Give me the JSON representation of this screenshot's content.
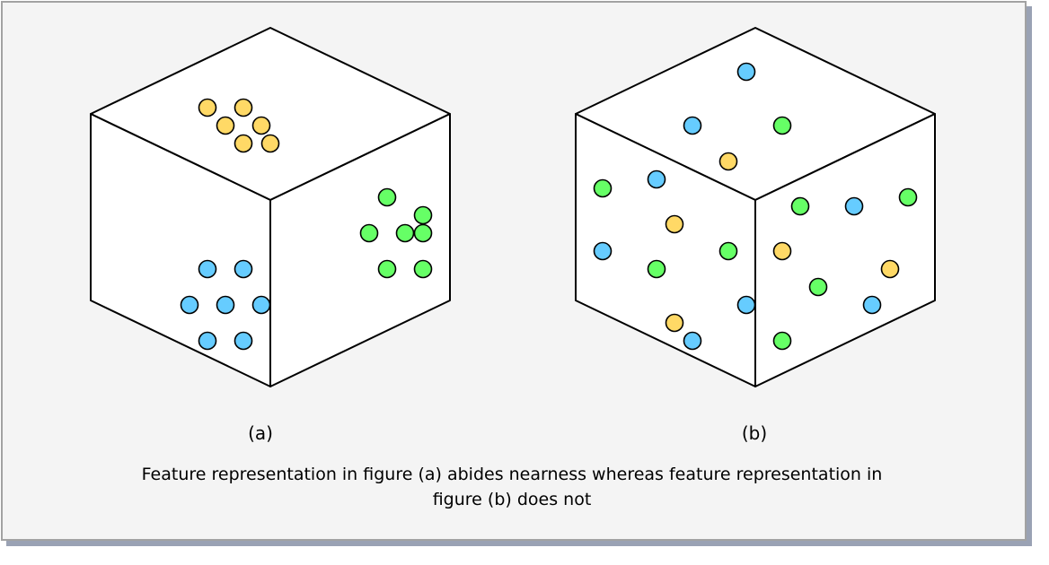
{
  "colors": {
    "yellow": "#ffd966",
    "green": "#66ff66",
    "blue": "#66ccff",
    "cube_fill": "#ffffff",
    "stroke": "#000000",
    "background": "#f4f4f4"
  },
  "figure_a": {
    "label": "(a)",
    "dots": [
      {
        "face": "top",
        "color": "yellow"
      },
      {
        "face": "top",
        "color": "yellow"
      },
      {
        "face": "top",
        "color": "yellow"
      },
      {
        "face": "top",
        "color": "yellow"
      },
      {
        "face": "top",
        "color": "yellow"
      },
      {
        "face": "top",
        "color": "yellow"
      },
      {
        "face": "right",
        "color": "green"
      },
      {
        "face": "right",
        "color": "green"
      },
      {
        "face": "right",
        "color": "green"
      },
      {
        "face": "right",
        "color": "green"
      },
      {
        "face": "right",
        "color": "green"
      },
      {
        "face": "right",
        "color": "green"
      },
      {
        "face": "right",
        "color": "green"
      },
      {
        "face": "left",
        "color": "blue"
      },
      {
        "face": "left",
        "color": "blue"
      },
      {
        "face": "left",
        "color": "blue"
      },
      {
        "face": "left",
        "color": "blue"
      },
      {
        "face": "left",
        "color": "blue"
      },
      {
        "face": "left",
        "color": "blue"
      },
      {
        "face": "left",
        "color": "blue"
      }
    ]
  },
  "figure_b": {
    "label": "(b)",
    "dots": [
      {
        "face": "top",
        "color": "blue"
      },
      {
        "face": "top",
        "color": "blue"
      },
      {
        "face": "top",
        "color": "green"
      },
      {
        "face": "top",
        "color": "yellow"
      },
      {
        "face": "left",
        "color": "green"
      },
      {
        "face": "left",
        "color": "blue"
      },
      {
        "face": "left",
        "color": "yellow"
      },
      {
        "face": "left",
        "color": "blue"
      },
      {
        "face": "left",
        "color": "green"
      },
      {
        "face": "left",
        "color": "green"
      },
      {
        "face": "left",
        "color": "blue"
      },
      {
        "face": "left",
        "color": "yellow"
      },
      {
        "face": "left",
        "color": "blue"
      },
      {
        "face": "right",
        "color": "green"
      },
      {
        "face": "right",
        "color": "blue"
      },
      {
        "face": "right",
        "color": "green"
      },
      {
        "face": "right",
        "color": "yellow"
      },
      {
        "face": "right",
        "color": "green"
      },
      {
        "face": "right",
        "color": "yellow"
      },
      {
        "face": "right",
        "color": "blue"
      },
      {
        "face": "right",
        "color": "green"
      }
    ]
  },
  "caption": {
    "line1": "Feature representation in figure (a) abides nearness whereas feature representation in",
    "line2": "figure (b) does not"
  }
}
